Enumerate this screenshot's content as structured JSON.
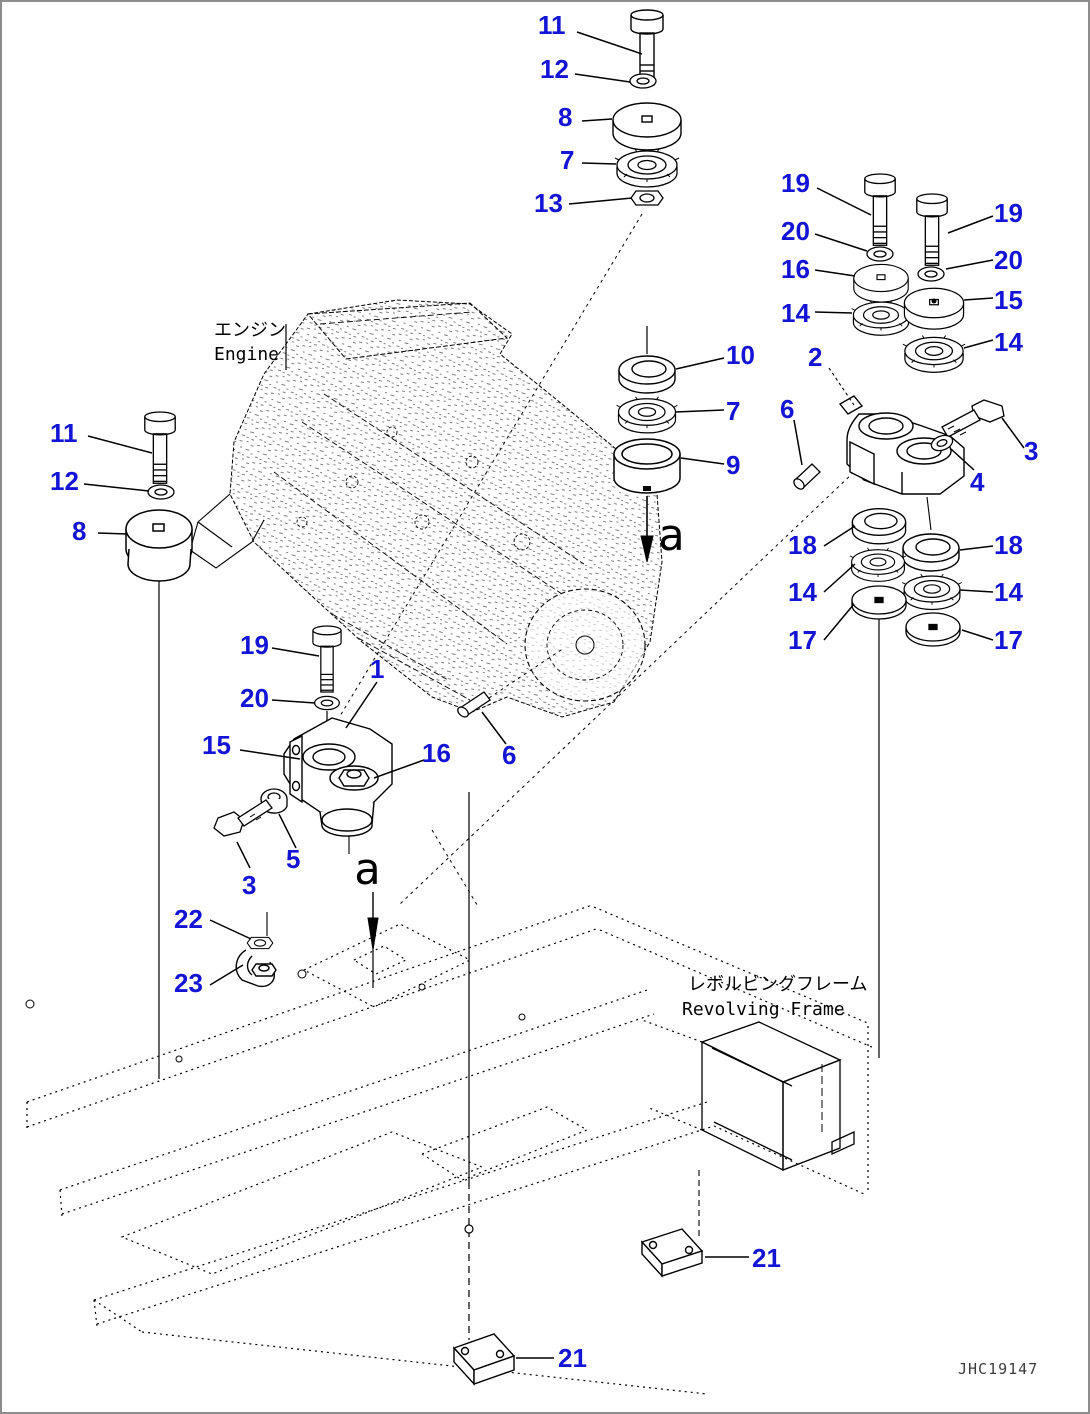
{
  "meta": {
    "drawing_code": "JHC19147",
    "accent_color": "#1414d6",
    "line_color": "#000000",
    "background_color": "#ffffff"
  },
  "labels": {
    "engine_jp": "エンジン",
    "engine_en": "Engine",
    "frame_jp": "レボルビングフレーム",
    "frame_en": "Revolving Frame",
    "section_marker": "a"
  },
  "callouts": {
    "n11t": "11",
    "n12t": "12",
    "n8t": "8",
    "n7t": "7",
    "n13t": "13",
    "n19a": "19",
    "n20a": "20",
    "n16a": "16",
    "n14a": "14",
    "n19b": "19",
    "n20b": "20",
    "n15b": "15",
    "n14b": "14",
    "n2": "2",
    "n6r": "6",
    "n3r": "3",
    "n4": "4",
    "n18l": "18",
    "n18r": "18",
    "n14l2": "14",
    "n14r2": "14",
    "n17l": "17",
    "n17r": "17",
    "n10": "10",
    "n7m": "7",
    "n9": "9",
    "n11L": "11",
    "n12L": "12",
    "n8L": "8",
    "n19m": "19",
    "n20m": "20",
    "n1": "1",
    "n15m": "15",
    "n16m": "16",
    "n6m": "6",
    "n5": "5",
    "n3m": "3",
    "n22": "22",
    "n23": "23",
    "n21a": "21",
    "n21b": "21"
  }
}
